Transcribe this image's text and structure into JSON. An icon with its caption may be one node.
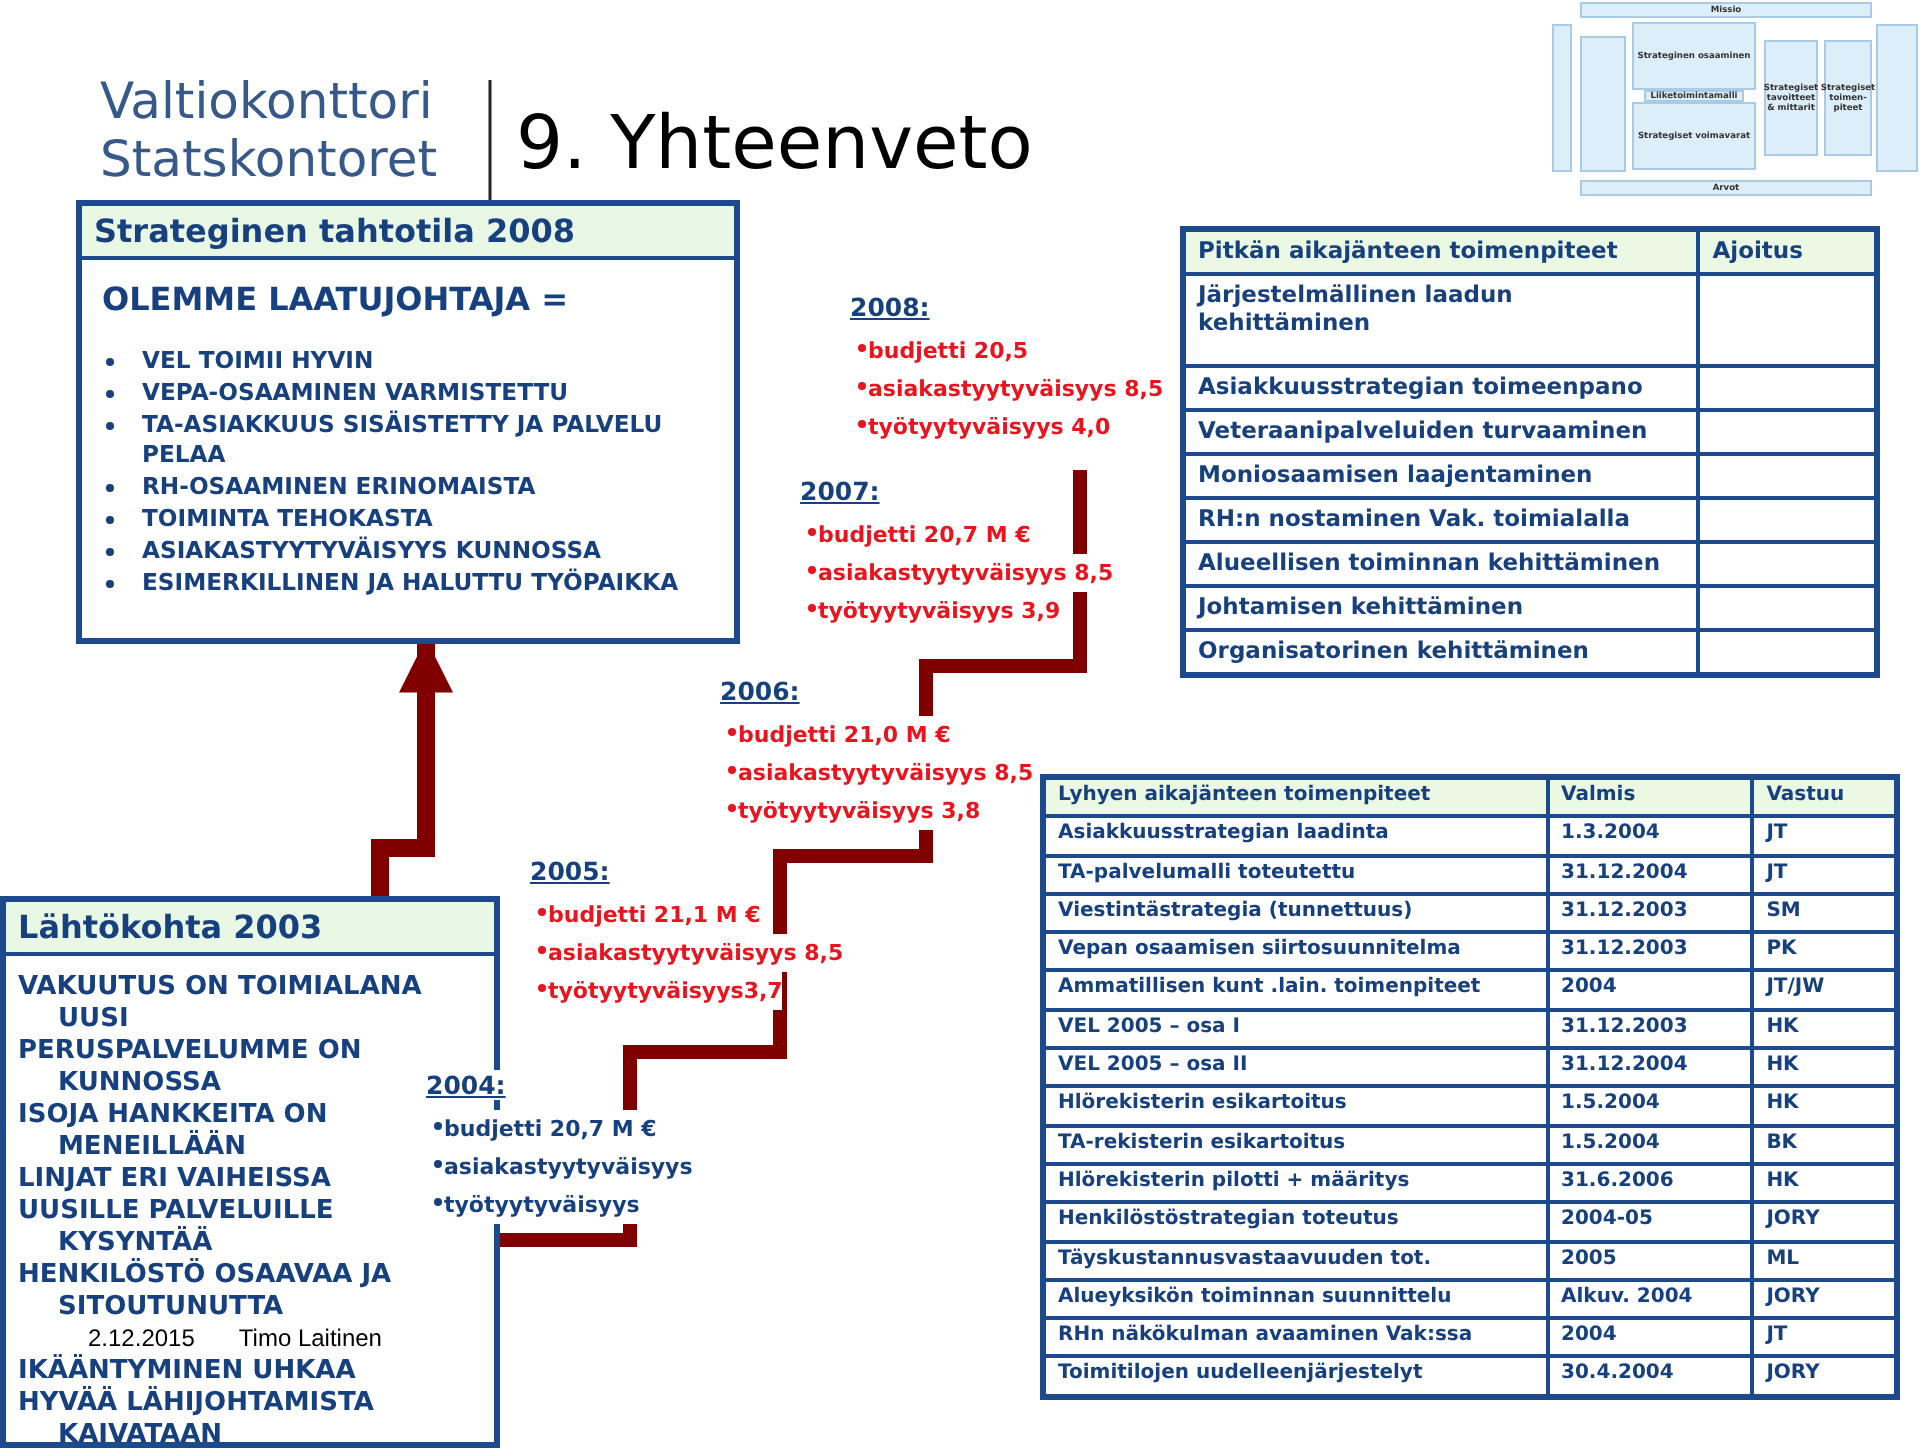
{
  "diagram": {
    "title": "9. Yhteenveto",
    "nodes": [
      {
        "text": [
          "Strateginen tahtotila 2008",
          "OLEMME LAATUJOHTAJA =",
          "VEL TOIMII HYVIN",
          "VEPA-OSAAMINEN VARMISTETTU",
          "TA-ASIAKKUUS SISÄISTETTY JA PALVELU PELAA",
          "RH-OSAAMINEN ERINOMAISTA",
          "TOIMINTA TEHOKASTA",
          "ASIAKASTYYTYVÄISYYS KUNNOSSA",
          "ESIMERKILLINEN JA HALUTTU TYÖPAIKKA"
        ]
      },
      {
        "text": [
          "Lähtökohta 2003",
          "VAKUUTUS ON TOIMIALANA UUSI",
          "PERUSPALVELUMME ON KUNNOSSA",
          "ISOJA HANKKEITA ON MENEILLÄÄN",
          "LINJAT ERI VAIHEISSA",
          "UUSILLE PALVELUILLE KYSYNTÄÄ",
          "HENKILÖSTÖ OSAAVAA JA SITOUTUNUTTA",
          "IKÄÄNTYMINEN UHKAA",
          "HYVÄÄ LÄHIJOHTAMISTA KAIVATAAN"
        ]
      },
      {
        "text": [
          "Missio"
        ]
      },
      {
        "text": [],
        "shape": "box"
      },
      {
        "text": [],
        "shape": "box"
      },
      {
        "text": [
          "Strateginen osaaminen"
        ]
      },
      {
        "text": [
          "Liiketoimintamalli"
        ]
      },
      {
        "text": [
          "Strategiset voimavarat"
        ]
      },
      {
        "text": [
          "Strategiset tavoitteet & mittarit"
        ]
      },
      {
        "text": [
          "Strategiset toimen-piteet"
        ]
      },
      {
        "text": [],
        "shape": "box"
      },
      {
        "text": [
          "Arvot"
        ]
      }
    ],
    "edges": [
      {
        "from": 1,
        "to": 0,
        "arrow": "to"
      }
    ],
    "labels": [
      "Valtiokonttori",
      "Statskontoret",
      "2008:",
      "budjetti 20,5",
      "asiakastyytyväisyys 8,5",
      "työtyytyväisyys 4,0",
      "2007:",
      "budjetti 20,7 M €",
      "asiakastyytyväisyys 8,5",
      "työtyytyväisyys 3,9",
      "2006:",
      "budjetti 21,0 M €",
      "asiakastyytyväisyys 8,5",
      "työtyytyväisyys 3,8",
      "2005:",
      "budjetti 21,1 M €",
      "asiakastyytyväisyys 8,5",
      "työtyytyväisyys3,7",
      "2004:",
      "budjetti 20,7 M €",
      "asiakastyytyväisyys",
      "työtyytyväisyys",
      "Pitkän aikajänteen toimenpiteet",
      "Ajoitus",
      "Järjestelmällinen laadun kehittäminen",
      "Asiakkuusstrategian toimeenpano",
      "Veteraanipalveluiden turvaaminen",
      "Moniosaamisen laajentaminen",
      "RH:n nostaminen Vak. toimialalla",
      "Alueellisen toiminnan kehittäminen",
      "Johtamisen kehittäminen",
      "Organisatorinen kehittäminen",
      "Lyhyen aikajänteen toimenpiteet",
      "Valmis",
      "Vastuu",
      "Asiakkuusstrategian laadinta",
      "1.3.2004",
      "JT",
      "TA-palvelumalli toteutettu",
      "31.12.2004",
      "JT",
      "Viestintästrategia (tunnettuus)",
      "31.12.2003",
      "SM",
      "Vepan osaamisen siirtosuunnitelma",
      "31.12.2003",
      "PK",
      "Ammatillisen kunt .lain. toimenpiteet",
      "2004",
      "JT/JW",
      "VEL 2005 – osa I",
      "31.12.2003",
      "HK",
      "VEL 2005 – osa II",
      "31.12.2004",
      "HK",
      "Hlörekisterin esikartoitus",
      "1.5.2004",
      "HK",
      "TA-rekisterin esikartoitus",
      "1.5.2004",
      "BK",
      "Hlörekisterin pilotti + määritys",
      "31.6.2006",
      "HK",
      "Henkilöstöstrategian toteutus",
      "2004-05",
      "JORY",
      "Täyskustannusvastaavuuden tot.",
      "2005",
      "ML",
      "Alueyksikön toiminnan suunnittelu",
      "Alkuv. 2004",
      "JORY",
      "RHn näkökulman avaaminen Vak:ssa",
      "2004",
      "JT",
      "Toimitilojen uudelleenjärjestelyt",
      "30.4.2004",
      "JORY",
      "2.12.2015",
      "Timo Laitinen"
    ]
  }
}
